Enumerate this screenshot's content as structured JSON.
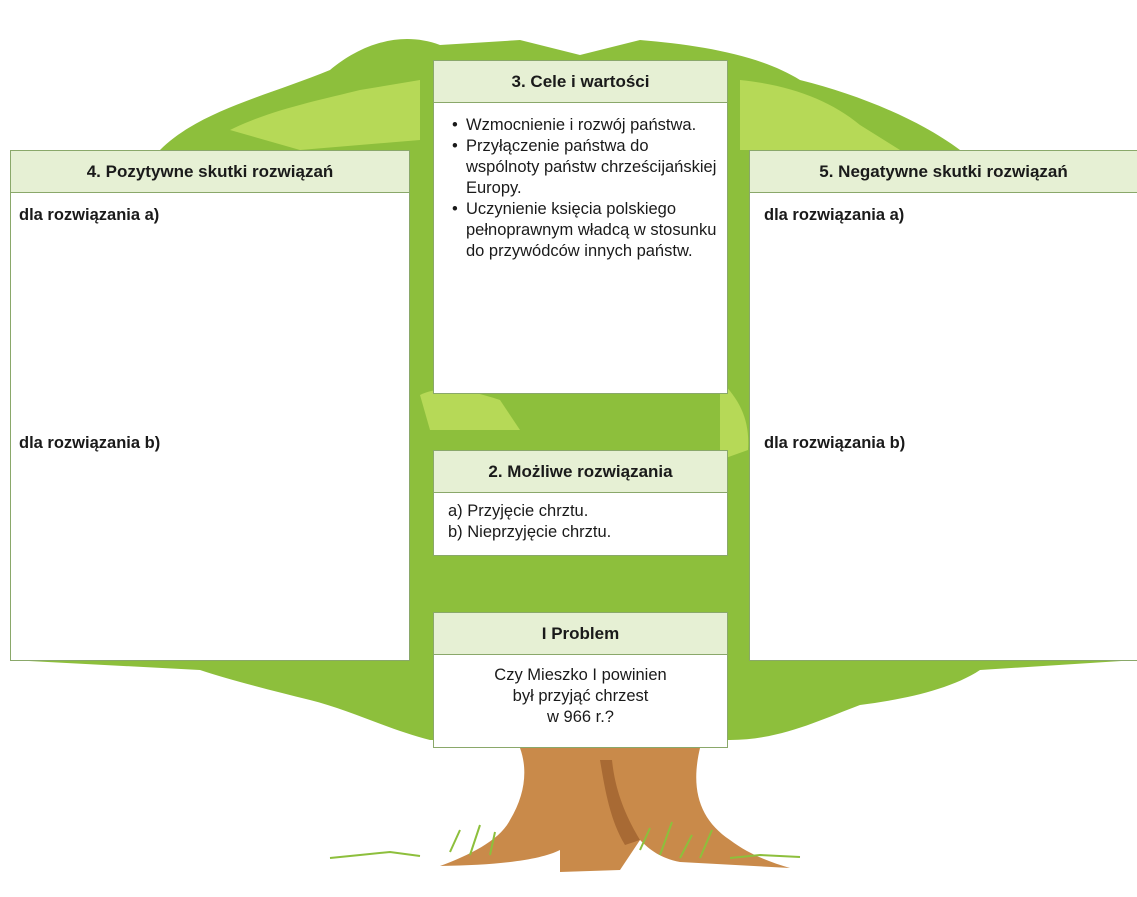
{
  "colors": {
    "header_bg": "#e6f0d4",
    "border": "#8aa86a",
    "foliage_dark": "#8dbf3c",
    "foliage_light": "#b6d957",
    "trunk": "#c98a4a"
  },
  "box_goals": {
    "title": "3. Cele i wartości",
    "items": [
      "Wzmocnienie i rozwój państwa.",
      "Przyłączenie państwa do wspólnoty państw chrześcijańskiej Europy.",
      "Uczynienie księcia polskiego pełnoprawnym władcą w stosunku do przywódców innych państw."
    ]
  },
  "box_positive": {
    "title": "4. Pozytywne skutki rozwiązań",
    "label_a": "dla rozwiązania a)",
    "label_b": "dla rozwiązania b)"
  },
  "box_negative": {
    "title": "5. Negatywne skutki rozwiązań",
    "label_a": "dla rozwiązania a)",
    "label_b": "dla rozwiązania b)"
  },
  "box_solutions": {
    "title": "2. Możliwe rozwiązania",
    "line_a": "a) Przyjęcie chrztu.",
    "line_b": "b) Nieprzyjęcie chrztu."
  },
  "box_problem": {
    "title": "I Problem",
    "line1": "Czy Mieszko I powinien",
    "line2": "był przyjąć chrzest",
    "line3": "w 966 r.?"
  }
}
